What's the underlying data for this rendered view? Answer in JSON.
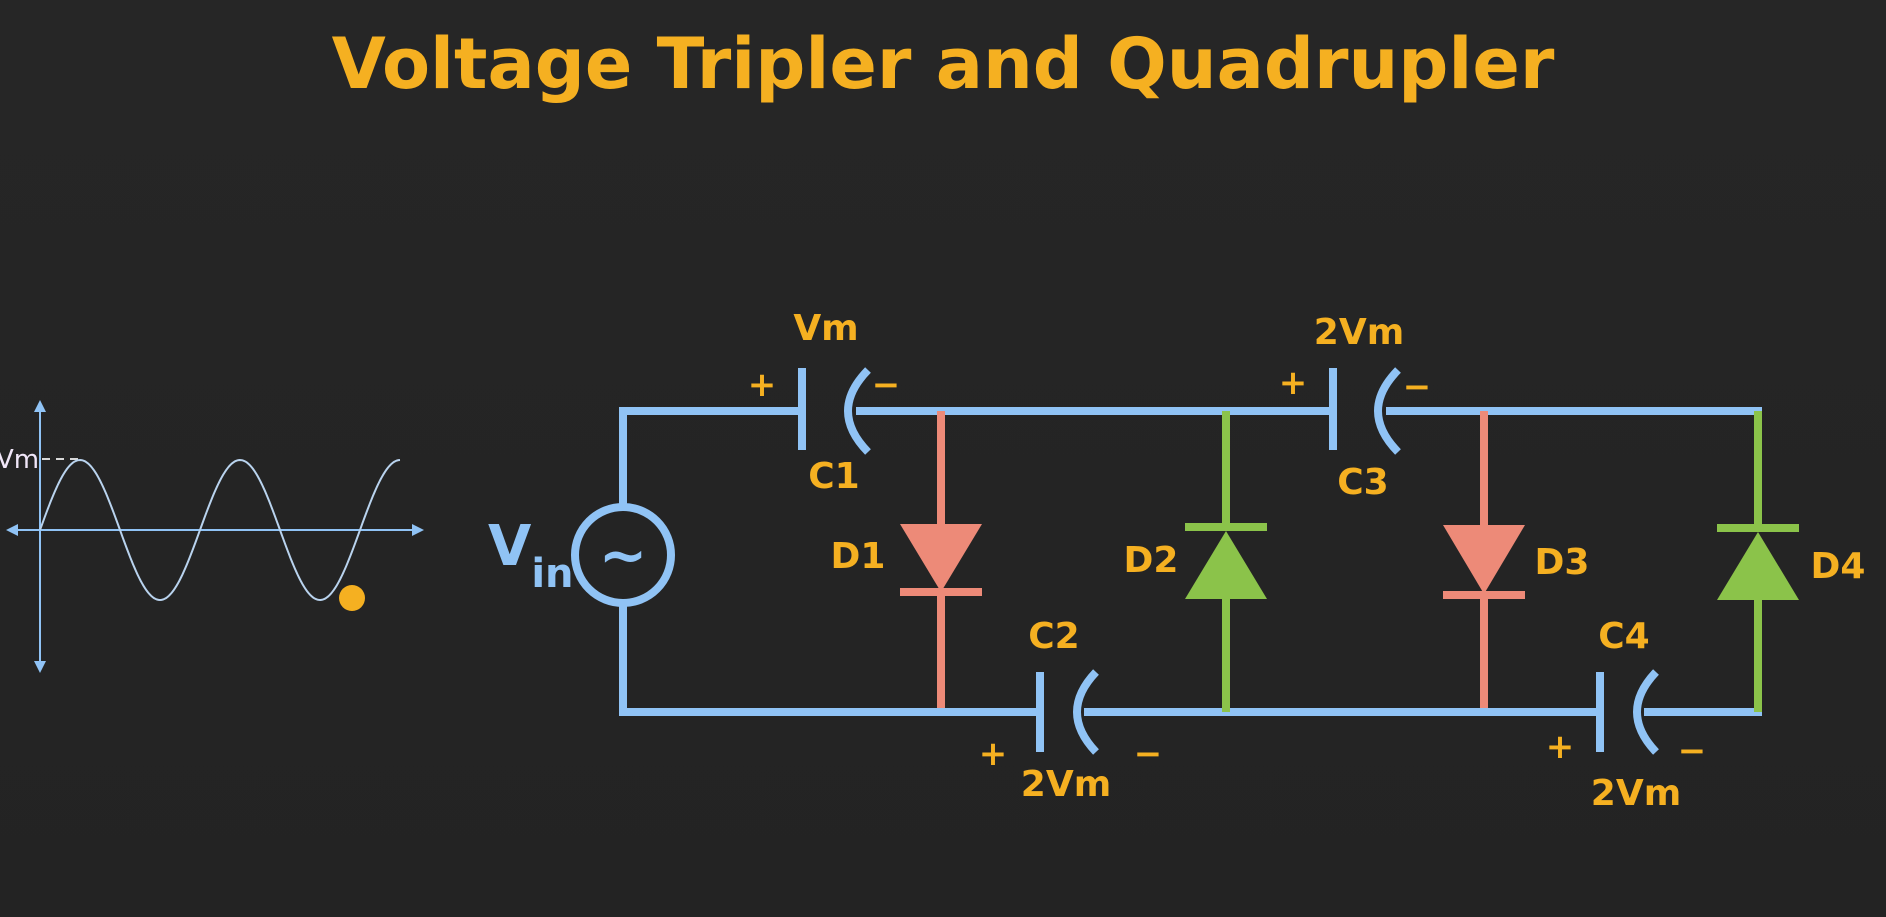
{
  "title": "Voltage Tripler and Quadrupler",
  "source": {
    "label_main": "V",
    "label_sub": "in",
    "symbol": "~"
  },
  "waveform": {
    "peak_label": "Vm"
  },
  "capacitors": {
    "c1": {
      "name": "C1",
      "voltage": "Vm",
      "plus": "+",
      "minus": "−"
    },
    "c2": {
      "name": "C2",
      "voltage": "2Vm",
      "plus": "+",
      "minus": "−"
    },
    "c3": {
      "name": "C3",
      "voltage": "2Vm",
      "plus": "+",
      "minus": "−"
    },
    "c4": {
      "name": "C4",
      "voltage": "2Vm",
      "plus": "+",
      "minus": "−"
    }
  },
  "diodes": {
    "d1": {
      "name": "D1"
    },
    "d2": {
      "name": "D2"
    },
    "d3": {
      "name": "D3"
    },
    "d4": {
      "name": "D4"
    }
  },
  "colors": {
    "background": "#242424",
    "title": "#F5B021",
    "wire": "#90C3F5",
    "diode_forward": "#ED8A78",
    "diode_reverse": "#8BC34A",
    "marker": "#F5B021"
  }
}
